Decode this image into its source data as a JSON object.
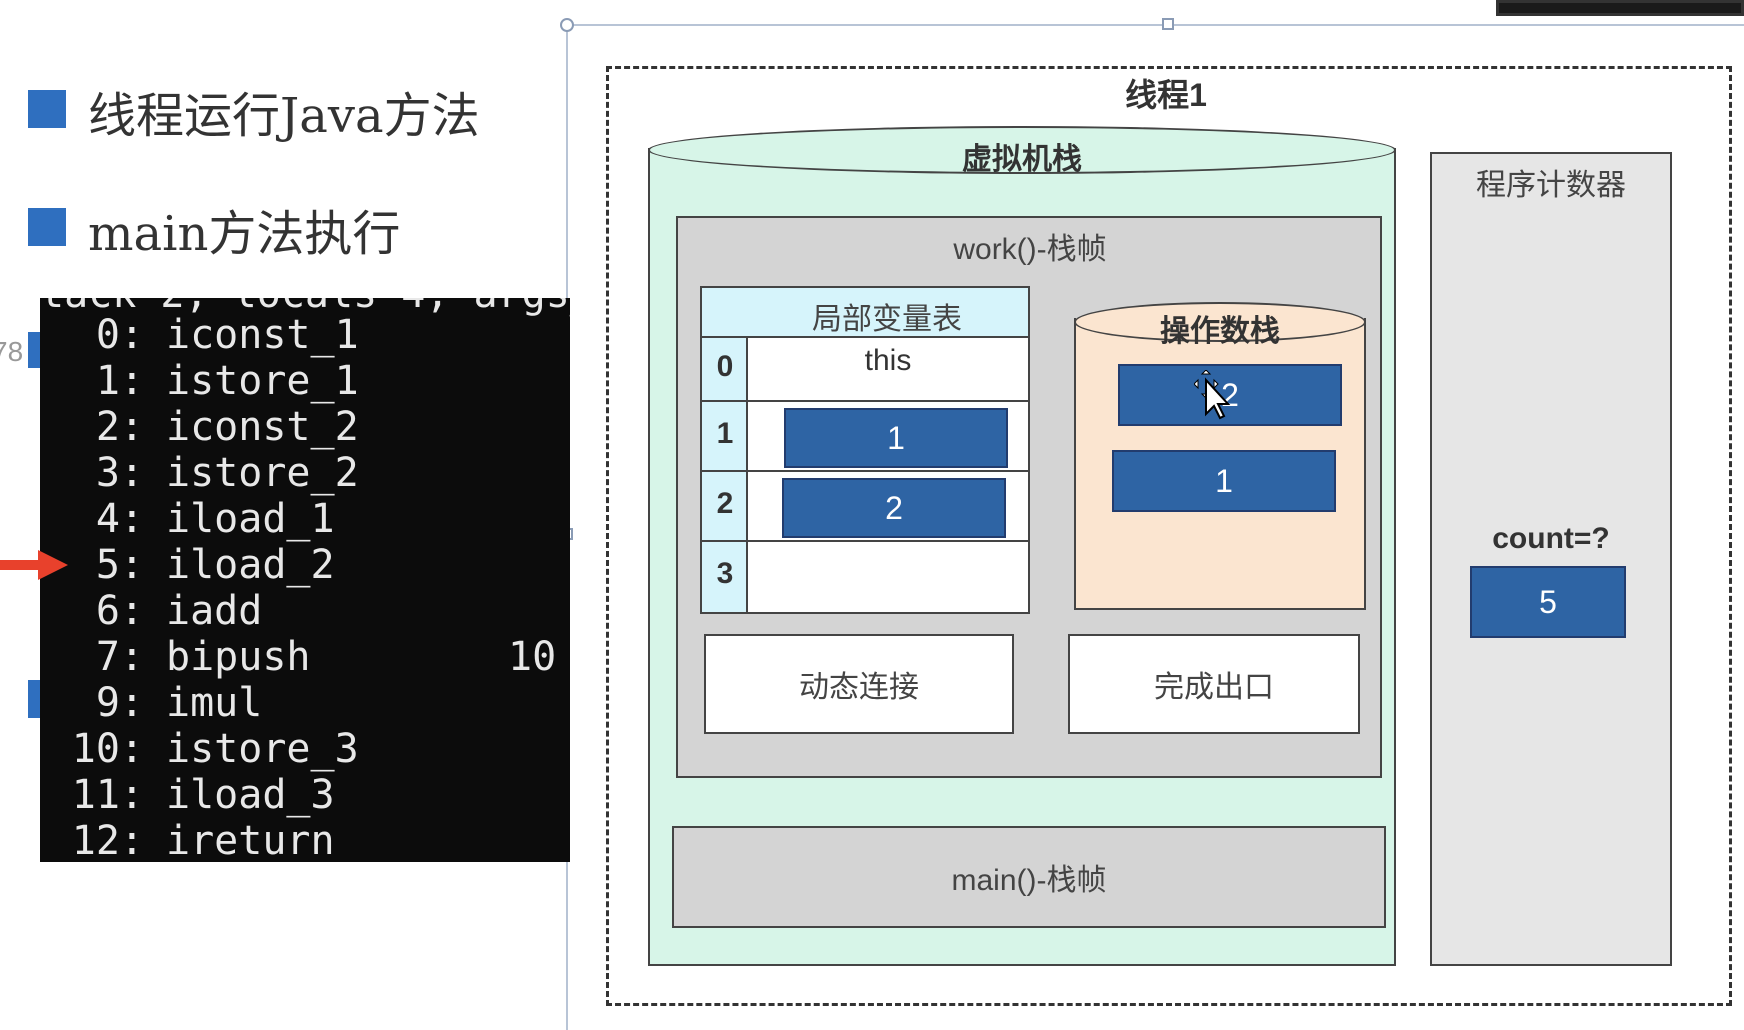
{
  "bullets": [
    {
      "text": "线程运行Java方法"
    },
    {
      "text": "main方法执行"
    }
  ],
  "partial_side_text": "78",
  "bytecode": {
    "header": "tack 2, locals 4, args_",
    "lines": [
      {
        "index": "0:",
        "op": "iconst_1",
        "arg": ""
      },
      {
        "index": "1:",
        "op": "istore_1",
        "arg": ""
      },
      {
        "index": "2:",
        "op": "iconst_2",
        "arg": ""
      },
      {
        "index": "3:",
        "op": "istore_2",
        "arg": ""
      },
      {
        "index": "4:",
        "op": "iload_1",
        "arg": ""
      },
      {
        "index": "5:",
        "op": "iload_2",
        "arg": ""
      },
      {
        "index": "6:",
        "op": "iadd",
        "arg": ""
      },
      {
        "index": "7:",
        "op": "bipush",
        "arg": "10"
      },
      {
        "index": "9:",
        "op": "imul",
        "arg": ""
      },
      {
        "index": "10:",
        "op": "istore_3",
        "arg": ""
      },
      {
        "index": "11:",
        "op": "iload_3",
        "arg": ""
      },
      {
        "index": "12:",
        "op": "ireturn",
        "arg": ""
      }
    ],
    "current_line": 5,
    "arrow_color": "#e8412c"
  },
  "diagram": {
    "thread_title": "线程1",
    "vm_stack_title": "虚拟机栈",
    "work_frame_title": "work()-栈帧",
    "locals_title": "局部变量表",
    "locals": [
      {
        "index": "0",
        "value": "this",
        "boxed": false
      },
      {
        "index": "1",
        "value": "1",
        "boxed": true
      },
      {
        "index": "2",
        "value": "2",
        "boxed": true
      },
      {
        "index": "3",
        "value": "",
        "boxed": false
      }
    ],
    "operand_stack_title": "操作数栈",
    "operand_stack": [
      "2",
      "1"
    ],
    "dynamic_link": "动态连接",
    "return_address": "完成出口",
    "main_frame_title": "main()-栈帧",
    "pc_title": "程序计数器",
    "pc_count_label": "count=?",
    "pc_value": "5"
  },
  "colors": {
    "accent_blue": "#2e64a4",
    "bullet_blue": "#2f6fbf",
    "vm_stack_fill": "#d7f5e8",
    "operand_stack_fill": "#fbe5d0",
    "locals_header_fill": "#d6f4fb"
  }
}
